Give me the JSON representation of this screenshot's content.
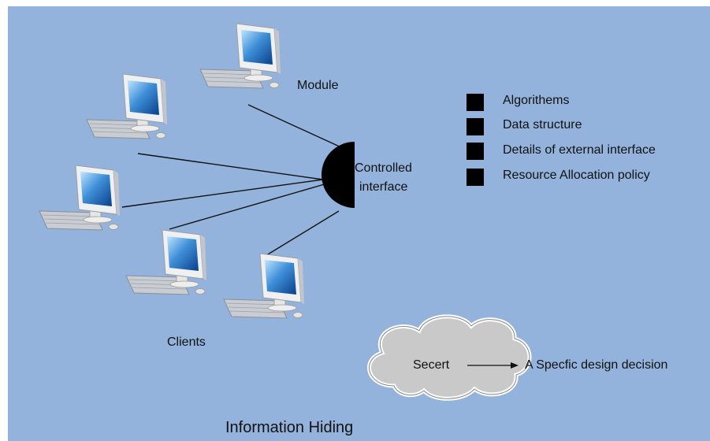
{
  "module_label": "Module",
  "clients_label": "Clients",
  "interface_label_line1": "Controlled",
  "interface_label_line2": "interface",
  "legend": [
    "Algorithems",
    "Data structure",
    "Details of external interface",
    "Resource Allocation policy"
  ],
  "cloud_label": "Secert",
  "decision_label": "A Specfic design decision",
  "title": "Information Hiding",
  "colors": {
    "background": "#93b3dc",
    "interface": "#000000",
    "cloud": "#c9c9c9"
  }
}
